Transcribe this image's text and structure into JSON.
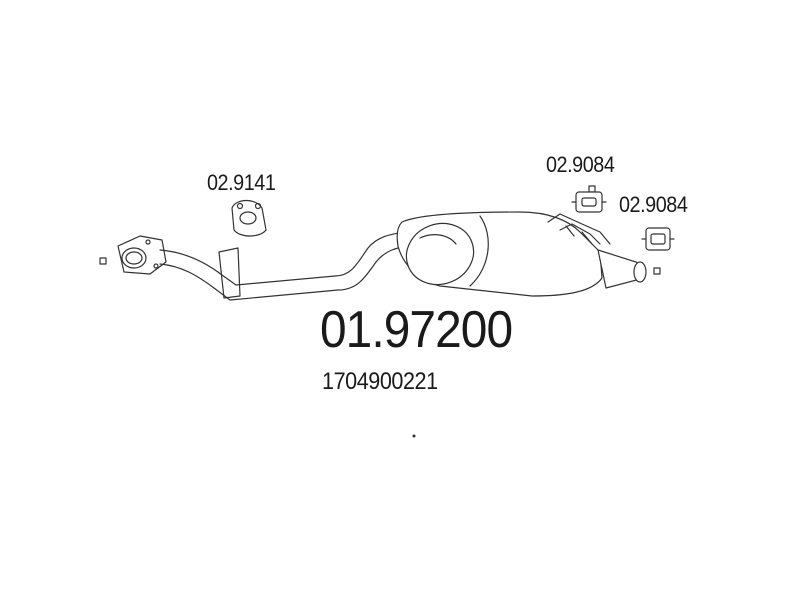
{
  "diagram": {
    "part_number": "01.97200",
    "oem_number": "1704900221",
    "hangers": [
      {
        "label": "02.9141"
      },
      {
        "label": "02.9084"
      },
      {
        "label": "02.9084"
      }
    ],
    "line_color": "#333333"
  }
}
